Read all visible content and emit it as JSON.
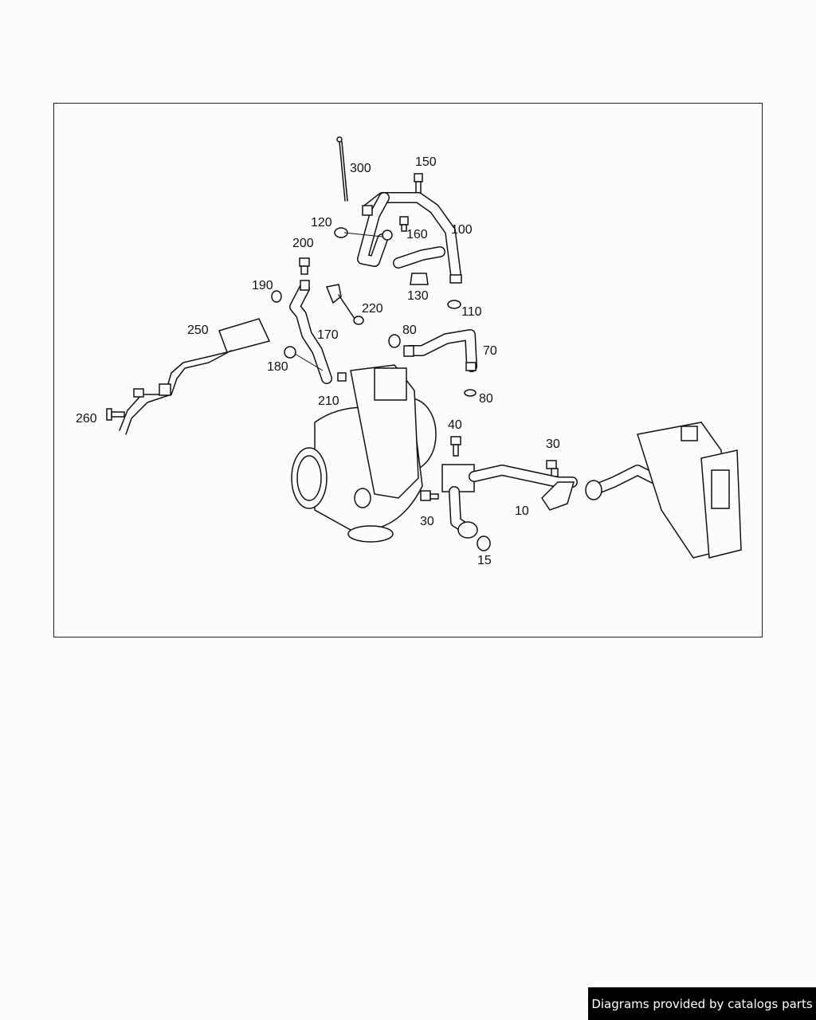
{
  "diagram": {
    "callouts": {
      "c300": "300",
      "c150": "150",
      "c120": "120",
      "c160": "160",
      "c100": "100",
      "c200": "200",
      "c190": "190",
      "c220": "220",
      "c130": "130",
      "c110": "110",
      "c250": "250",
      "c170": "170",
      "c80a": "80",
      "c70": "70",
      "c180": "180",
      "c80b": "80",
      "c210": "210",
      "c260": "260",
      "c40": "40",
      "c30a": "30",
      "c30b": "30",
      "c10": "10",
      "c15": "15"
    }
  },
  "footer": {
    "text": "Diagrams provided by catalogs parts"
  }
}
